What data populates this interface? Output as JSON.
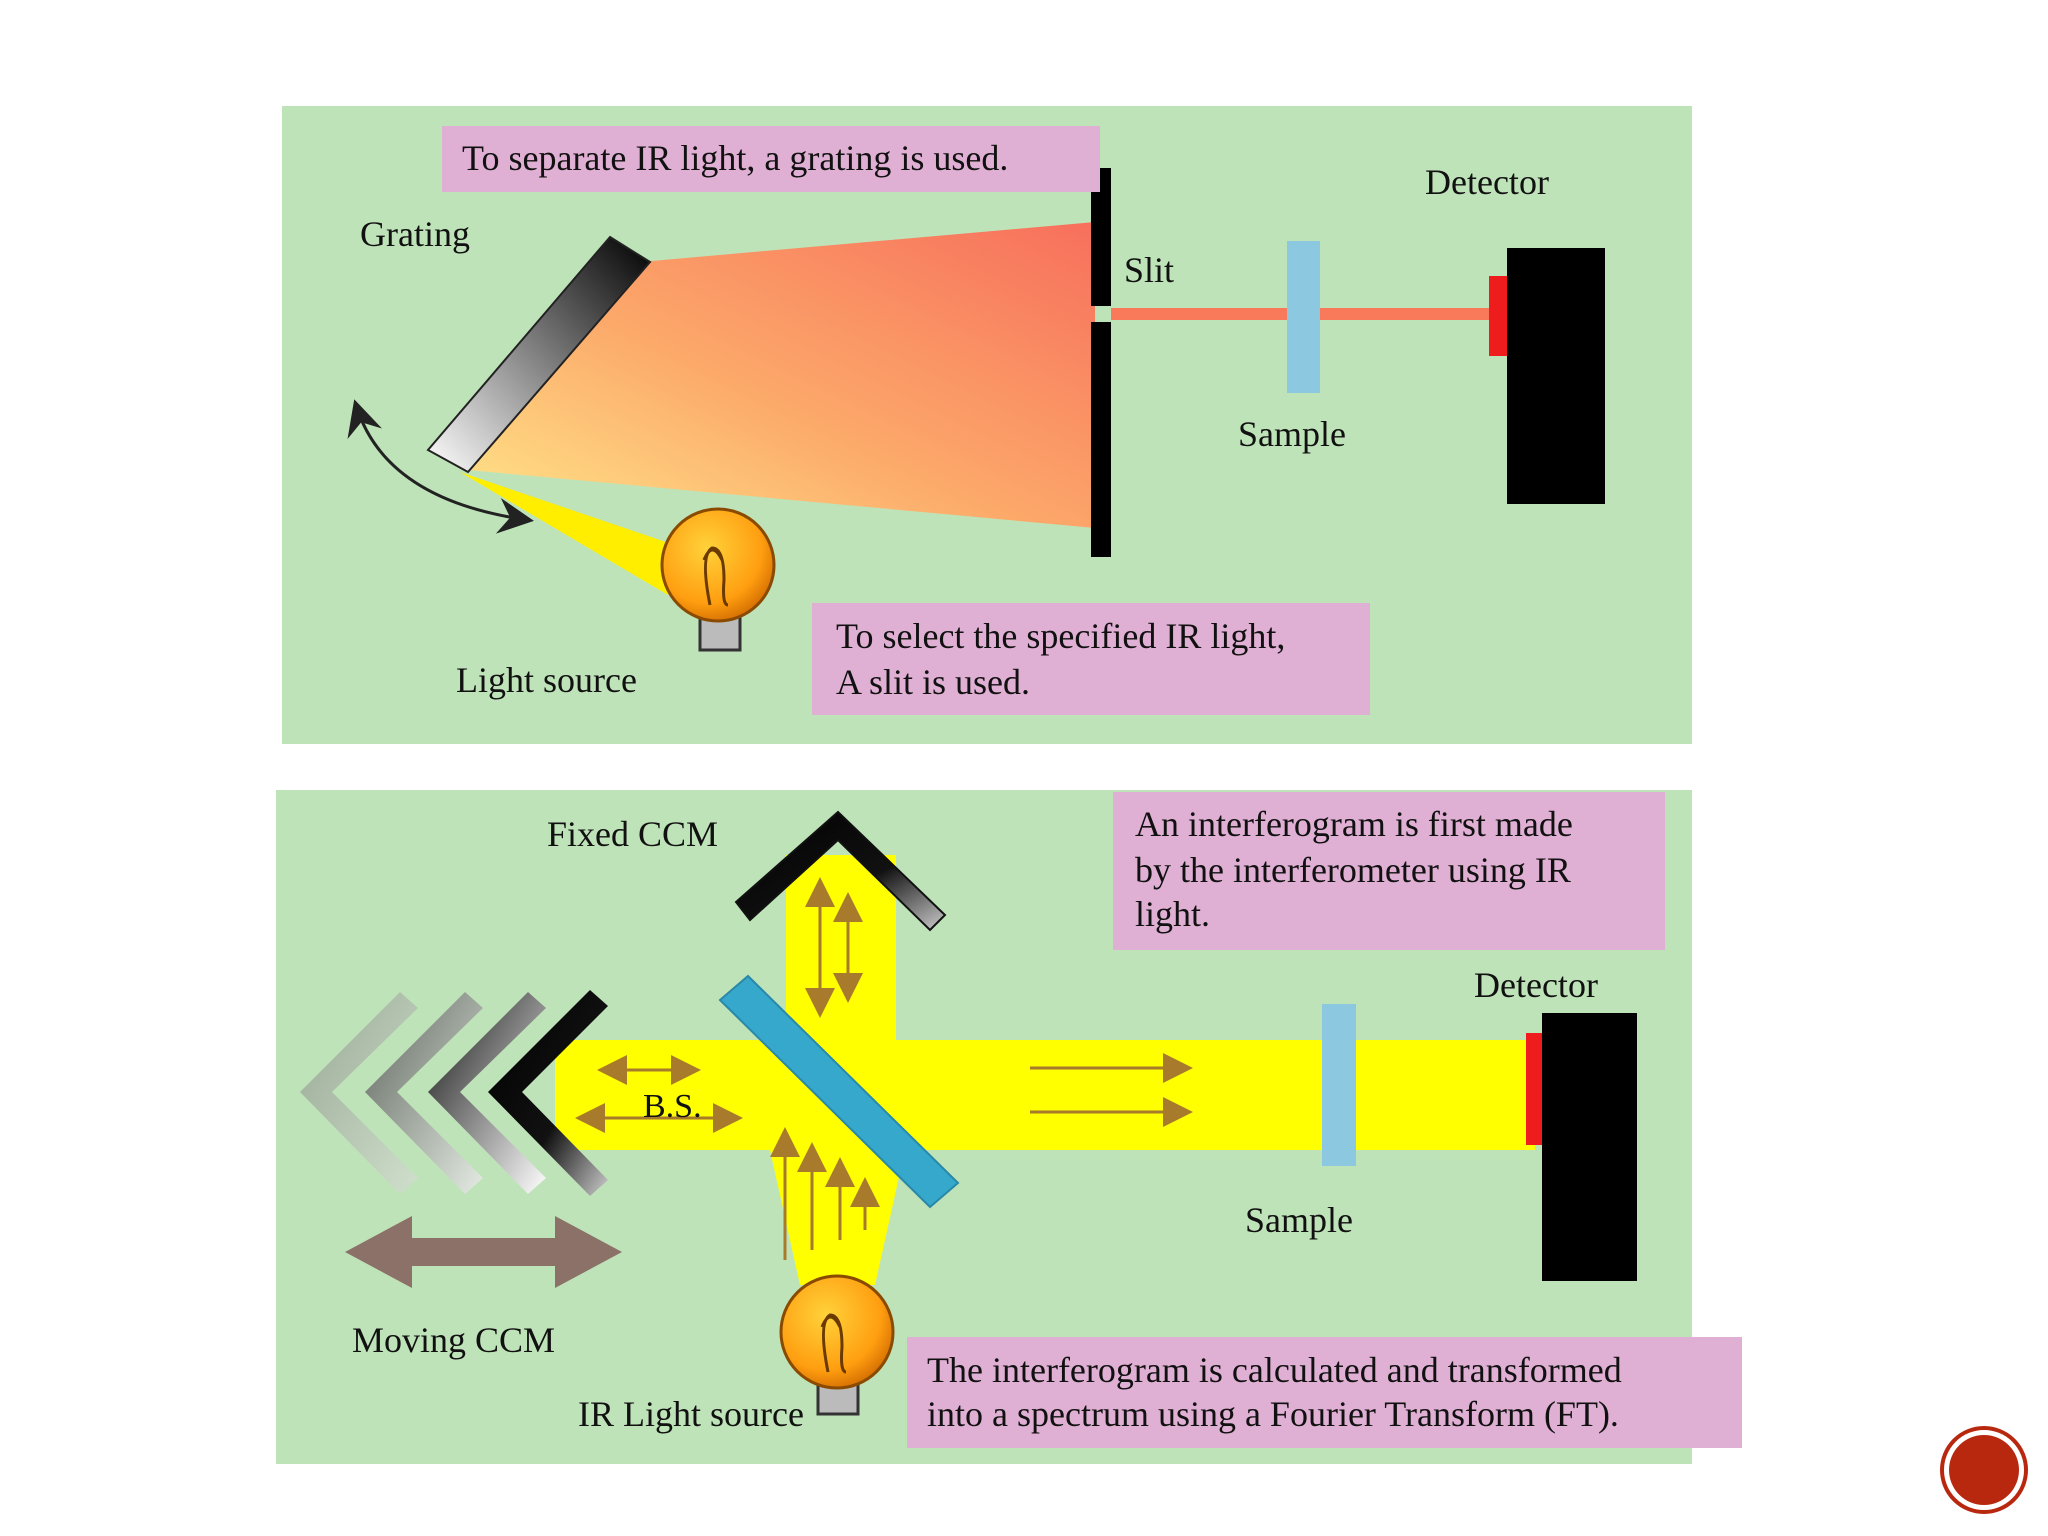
{
  "colors": {
    "panel_bg": "#bfe3b8",
    "callout_bg": "#e0b0d4",
    "beam_yellow": "#ffff00",
    "beam_orange": "#f97a5a",
    "detector": "#000000",
    "detector_window": "#ee1c1c",
    "sample": "#8cc8e0",
    "beam_splitter": "#35a8cc",
    "arrow_brown": "#8c7168",
    "nav_button": "#b8280f"
  },
  "top": {
    "callout_grating": "To separate IR light, a grating is used.",
    "label_grating": "Grating",
    "label_slit": "Slit",
    "label_detector": "Detector",
    "label_sample": "Sample",
    "label_light_source": "Light source",
    "callout_slit": [
      "To select the specified IR light,",
      "A slit is used."
    ]
  },
  "bottom": {
    "label_fixed_ccm": "Fixed CCM",
    "callout_interferogram": [
      "An interferogram is first made",
      "by the interferometer using IR",
      "light."
    ],
    "label_detector": "Detector",
    "label_bs": "B.S.",
    "label_sample": "Sample",
    "label_moving_ccm": "Moving CCM",
    "label_ir_source": "IR Light source",
    "callout_ft": [
      "The interferogram is calculated and transformed",
      "into a spectrum using a Fourier Transform (FT)."
    ]
  },
  "icons": {
    "nav": "circle-nav-icon",
    "bulb": "light-bulb-icon",
    "rotation": "rotation-arrow-icon"
  }
}
